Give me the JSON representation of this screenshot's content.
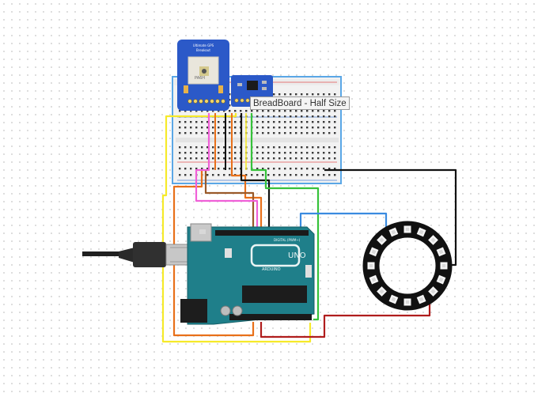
{
  "tooltip": {
    "text": "BreadBoard - Half Size"
  },
  "gps_module": {
    "line1": "Ultimate GPS",
    "line2": "Breakout",
    "chip_text": "PA6H"
  },
  "arduino": {
    "brand": "ARDUINO",
    "model": "UNO",
    "digital_label": "DIGITAL (PWM~)"
  },
  "colors": {
    "board_teal": "#1f7f8a",
    "breadboard_border": "#5aa7e6",
    "wire_yellow": "#f6ea2a",
    "wire_orange": "#e8701a",
    "wire_pink": "#f060d8",
    "wire_brown": "#9a5a2a",
    "wire_red": "#b01d1d",
    "wire_green": "#36c23a",
    "wire_blue": "#3a8be0",
    "wire_black": "#111111",
    "module_blue": "#2b59c8"
  }
}
